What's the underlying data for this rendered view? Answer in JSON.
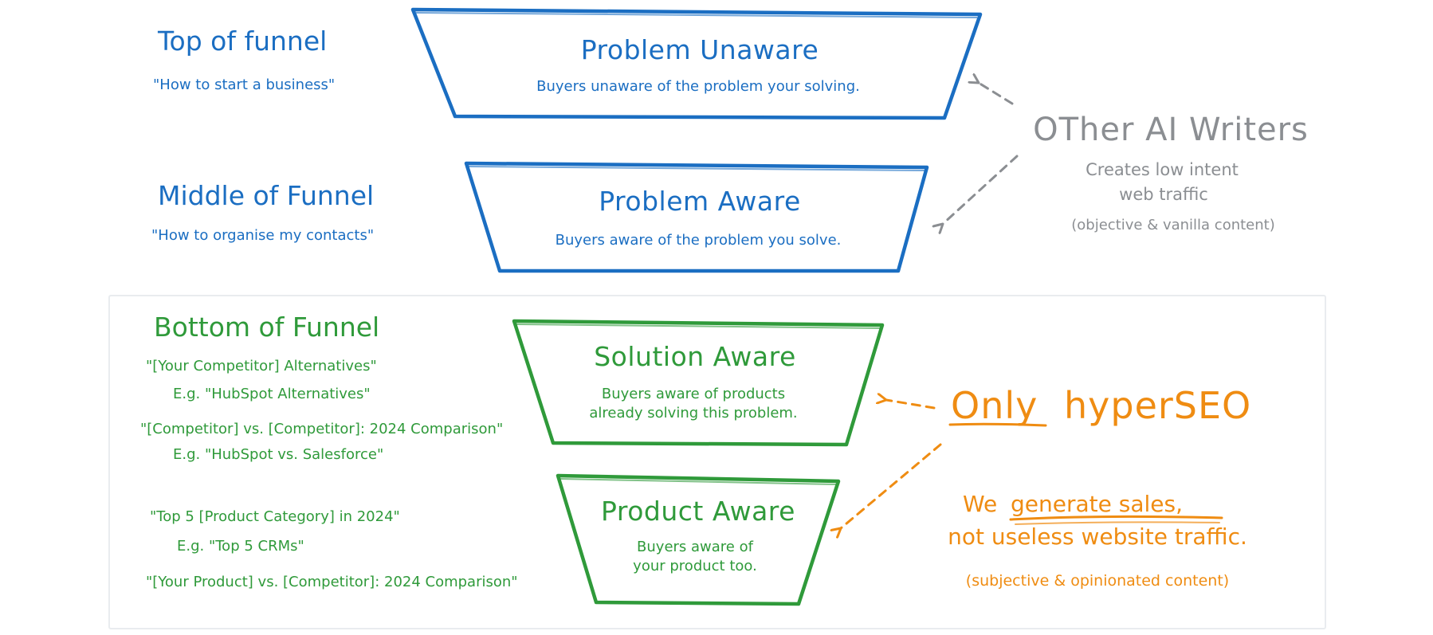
{
  "colors": {
    "blue": "#1b6ec2",
    "green": "#2f9a3a",
    "orange": "#ef8c12",
    "grey": "#8b8e92"
  },
  "stages": [
    {
      "title": "Problem Unaware",
      "desc_lines": [
        "Buyers unaware of the problem your solving."
      ]
    },
    {
      "title": "Problem Aware",
      "desc_lines": [
        "Buyers aware of the problem you solve."
      ]
    },
    {
      "title": "Solution Aware",
      "desc_lines": [
        "Buyers aware of products",
        "already solving this problem."
      ]
    },
    {
      "title": "Product Aware",
      "desc_lines": [
        "Buyers aware of",
        "your product too."
      ]
    }
  ],
  "funnel_sections": {
    "top": {
      "title": "Top of funnel",
      "example": "\"How to start a business\""
    },
    "middle": {
      "title": "Middle of Funnel",
      "example": "\"How to organise my contacts\""
    },
    "bottom": {
      "title": "Bottom of Funnel",
      "examples": [
        "\"[Your Competitor] Alternatives\"",
        "E.g. \"HubSpot Alternatives\"",
        "\"[Competitor] vs. [Competitor]: 2024 Comparison\"",
        "E.g. \"HubSpot vs. Salesforce\"",
        "\"Top 5 [Product Category] in 2024\"",
        "E.g. \"Top 5 CRMs\"",
        "\"[Your Product] vs. [Competitor]: 2024 Comparison\""
      ]
    }
  },
  "other_writers": {
    "title": "OTher AI Writers",
    "desc_lines": [
      "Creates low intent",
      "web traffic"
    ],
    "note": "(objective & vanilla content)"
  },
  "hyperseo": {
    "title_prefix": "Only",
    "title_suffix": "hyperSEO",
    "tagline_prefix": "We ",
    "tagline_emphasis": "generate sales,",
    "tagline_line2": "not useless website traffic.",
    "note": "(subjective & opinionated content)"
  }
}
